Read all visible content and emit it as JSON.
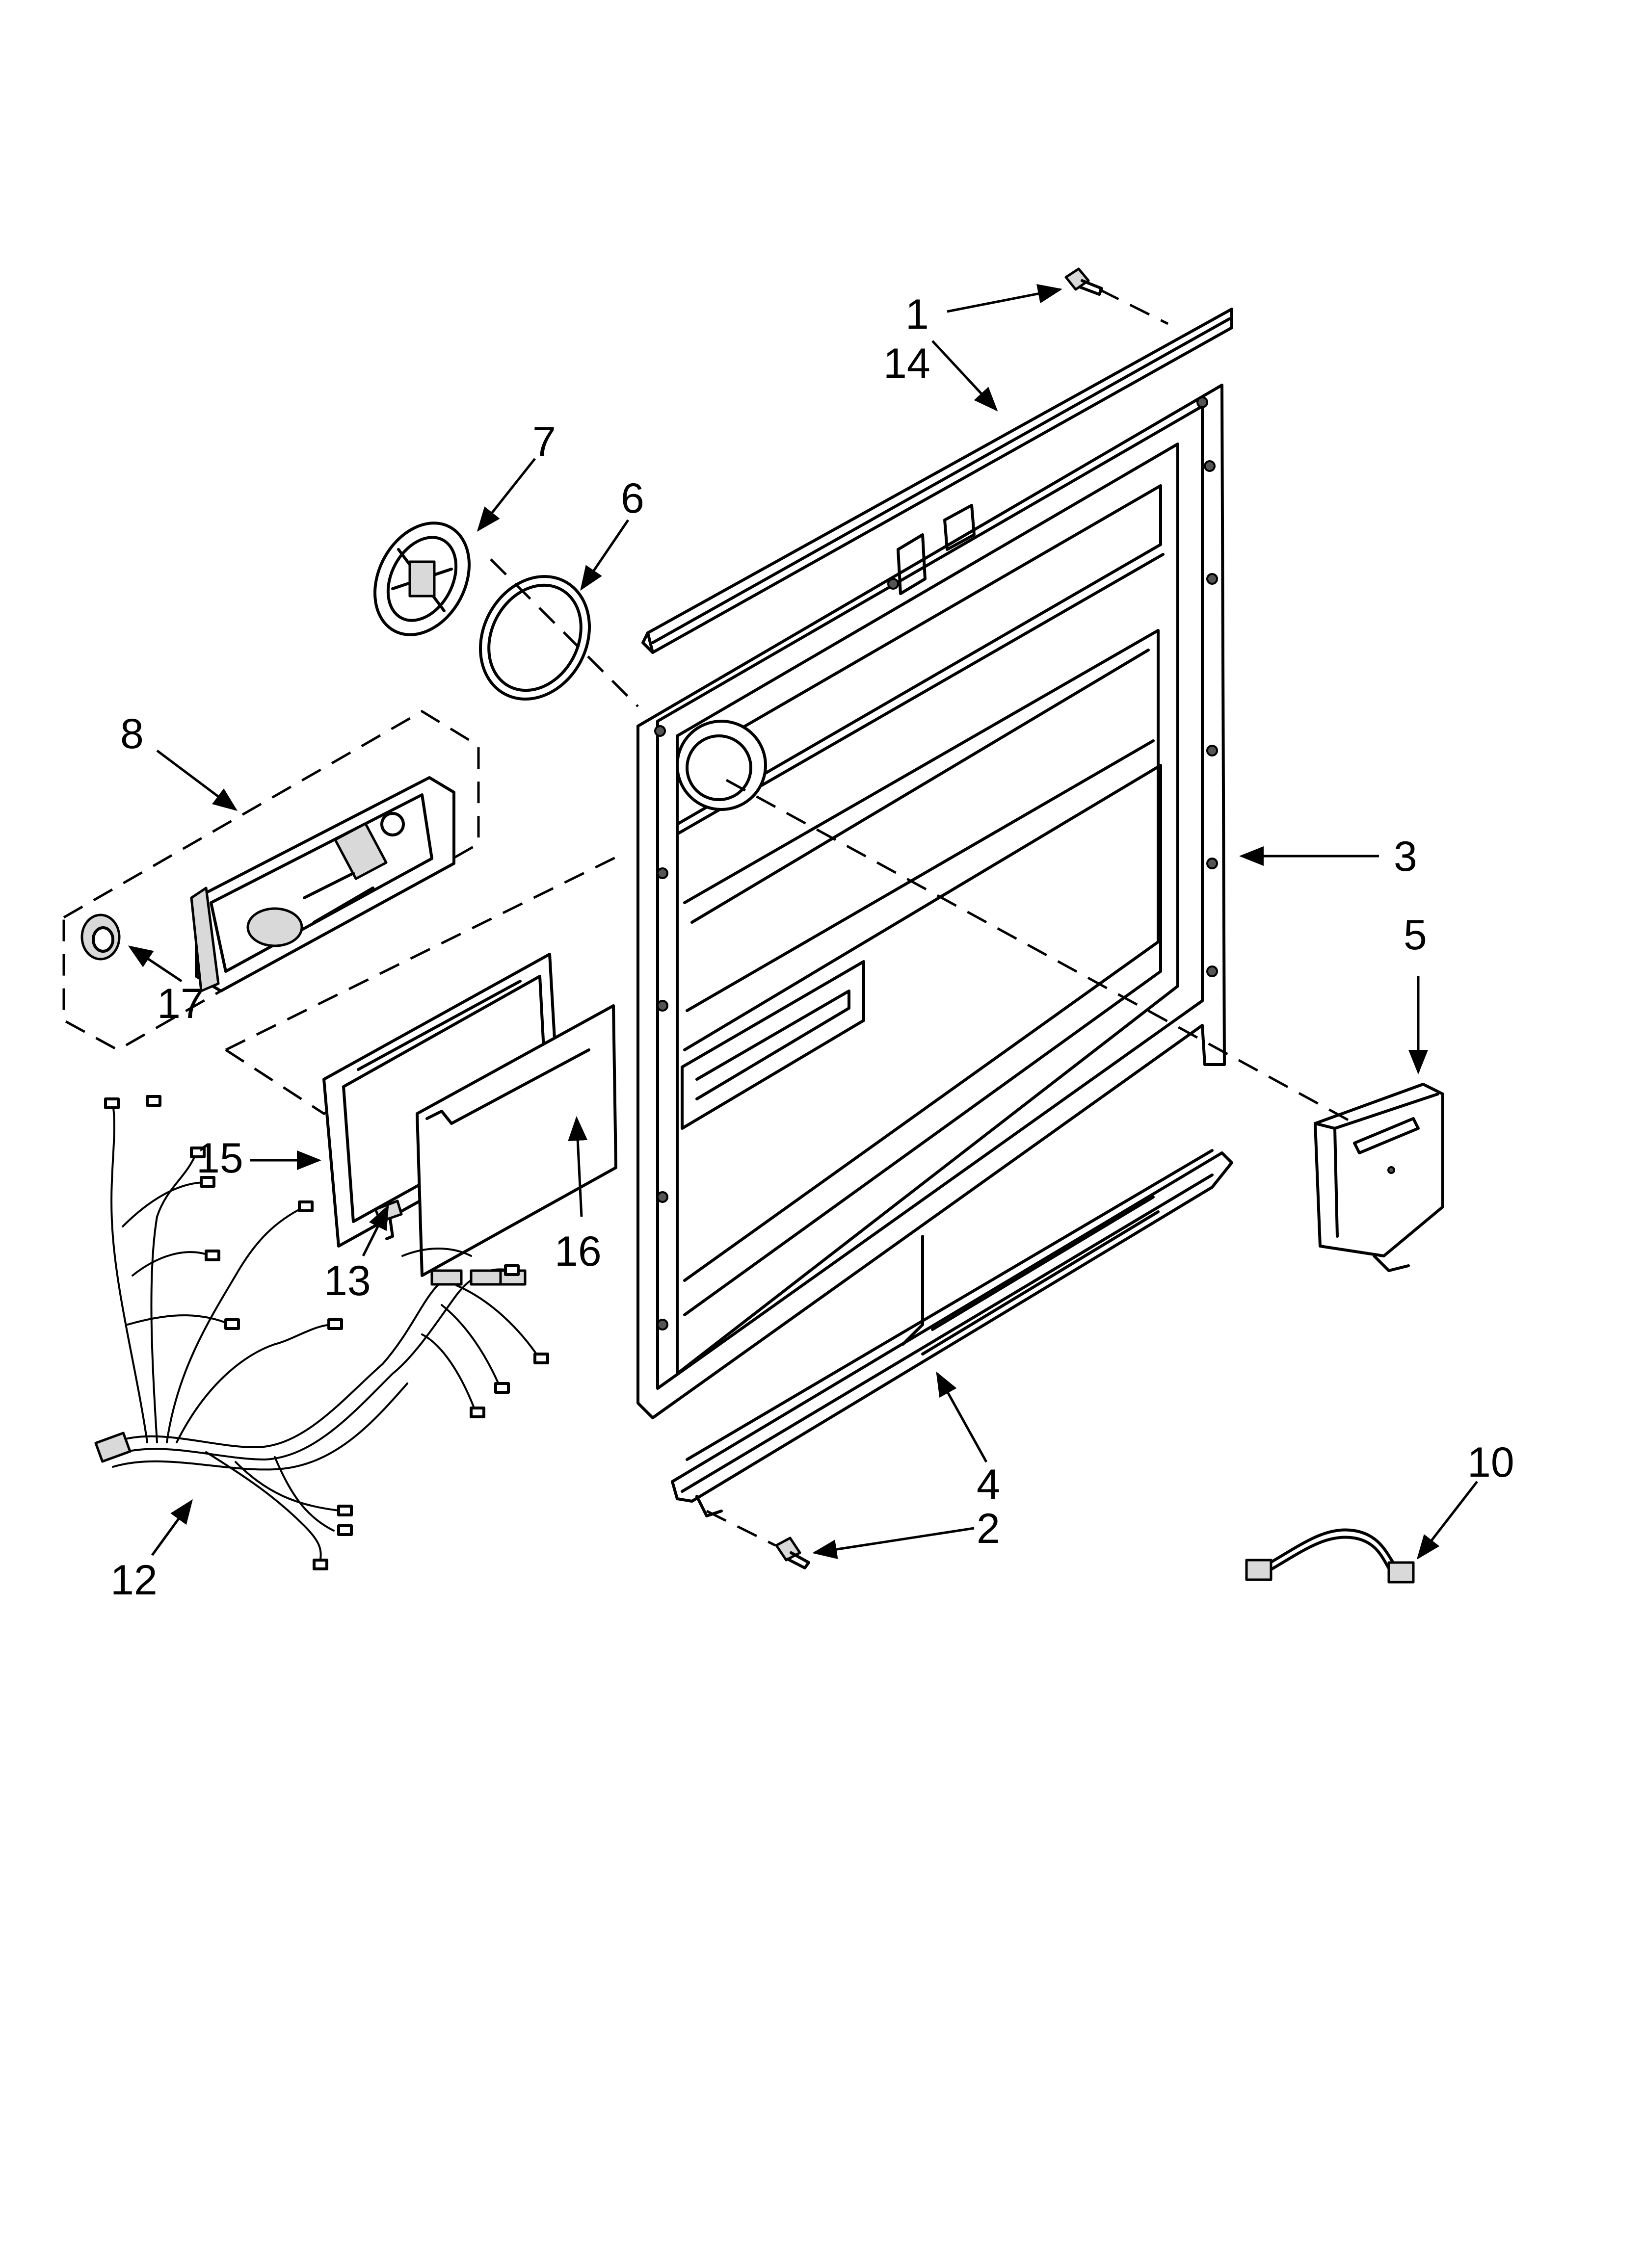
{
  "callouts": {
    "c1": "1",
    "c2": "2",
    "c3": "3",
    "c4": "4",
    "c5": "5",
    "c6": "6",
    "c7": "7",
    "c8": "8",
    "c10": "10",
    "c12": "12",
    "c13": "13",
    "c14": "14",
    "c15": "15",
    "c16": "16",
    "c17": "17"
  }
}
